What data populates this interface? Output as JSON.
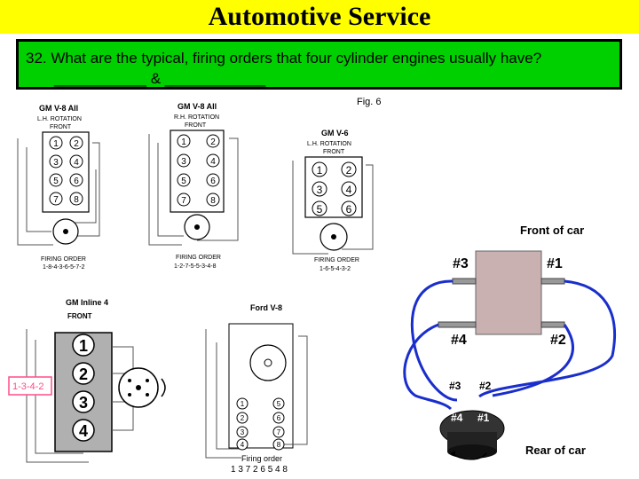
{
  "title": "Automotive Service",
  "question": {
    "line1": "32. What are the typical, firing orders that four cylinder engines usually have?",
    "line2": "___________ & ____________"
  },
  "figure": {
    "fig_label": "Fig. 6",
    "engines": [
      {
        "name": "GM V-8 All",
        "rotation": "L.H. ROTATION",
        "front": "FRONT",
        "order_label": "FIRING ORDER",
        "order": "1-8-4-3-6-5-7-2",
        "cylinders_left": [
          "1",
          "3",
          "5",
          "7"
        ],
        "cylinders_right": [
          "2",
          "4",
          "6",
          "8"
        ]
      },
      {
        "name": "GM V-8 All",
        "rotation": "R.H. ROTATION",
        "front": "FRONT",
        "order_label": "FIRING ORDER",
        "order": "1-2-7-5-5-3-4-8",
        "cylinders_left": [
          "1",
          "3",
          "5",
          "7"
        ],
        "cylinders_right": [
          "2",
          "4",
          "6",
          "8"
        ]
      },
      {
        "name": "GM V-6",
        "rotation": "L.H. ROTATION",
        "front": "FRONT",
        "order_label": "FIRING ORDER",
        "order": "1-6-5-4-3-2",
        "cylinders_left": [
          "1",
          "3",
          "5"
        ],
        "cylinders_right": [
          "2",
          "4",
          "6"
        ]
      },
      {
        "name": "GM Inline 4",
        "front": "FRONT",
        "cylinders": [
          "1",
          "2",
          "3",
          "4"
        ],
        "highlight_order": "1-3-4-2"
      },
      {
        "name": "Ford V-8",
        "order_label": "Firing order",
        "order": "1 3 7 2 6 5 4 8",
        "cylinders_left": [
          "1",
          "2",
          "3",
          "4"
        ],
        "cylinders_right": [
          "5",
          "6",
          "7",
          "8"
        ]
      }
    ],
    "photo": {
      "front_label": "Front of car",
      "rear_label": "Rear of car",
      "plugs": [
        "#3",
        "#1",
        "#4",
        "#2"
      ],
      "cap_labels": [
        "#3",
        "#2",
        "#4",
        "#1"
      ]
    },
    "colors": {
      "wire": "#1a2ecc",
      "block": "#c9b1b1",
      "highlight": "#ff4d88"
    }
  }
}
